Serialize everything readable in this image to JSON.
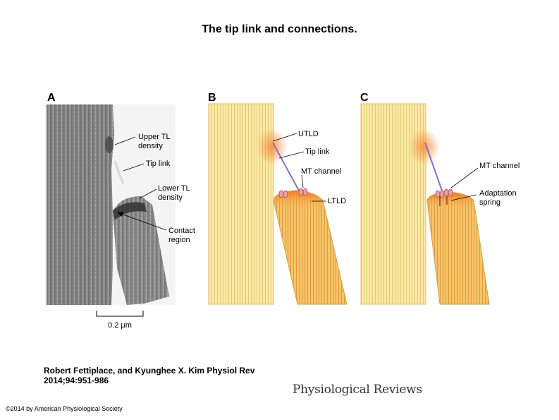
{
  "title": "The tip link and connections.",
  "panels": {
    "a": {
      "label": "A",
      "labels": {
        "upper_tl_density": [
          "Upper TL",
          "density"
        ],
        "tip_link": "Tip link",
        "lower_tl_density": [
          "Lower TL",
          "density"
        ],
        "contact_region": [
          "Contact",
          "region"
        ]
      },
      "scale_bar": "0.2 μm"
    },
    "b": {
      "label": "B",
      "labels": {
        "utld": "UTLD",
        "tip_link": "Tip link",
        "mt_channel": "MT channel",
        "ltld": "LTLD"
      }
    },
    "c": {
      "label": "C",
      "labels": {
        "mt_channel": "MT channel",
        "adaptation_spring": [
          "Adaptation",
          "spring"
        ]
      }
    }
  },
  "citation": [
    "Robert Fettiplace, and Kyunghee X. Kim Physiol Rev",
    "2014;94:951-986"
  ],
  "journal": "Physiological Reviews",
  "copyright": "©2014 by American Physiological Society",
  "colors": {
    "stereocilium_fill": "#fbe9a3",
    "stereocilium_line": "#d9c270",
    "tip_link": "#8a6fc0",
    "channel": "#e8a0a0",
    "lower_tip": "#f28a2c"
  }
}
